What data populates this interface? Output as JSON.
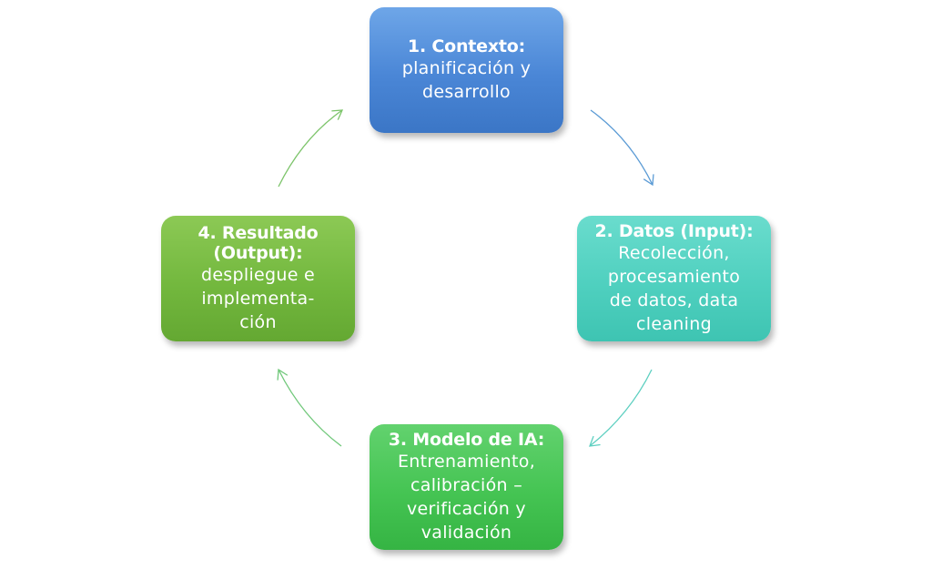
{
  "steps": [
    {
      "title": "1. Contexto:",
      "desc_lines": [
        "planificación y",
        "desarrollo"
      ]
    },
    {
      "title": "2. Datos (Input):",
      "desc_lines": [
        "Recolección,",
        "procesamiento",
        "de datos, data",
        "cleaning"
      ]
    },
    {
      "title": "3. Modelo de IA:",
      "desc_lines": [
        "Entrenamiento,",
        "calibración –",
        "verificación y",
        "validación"
      ]
    },
    {
      "title_lines": [
        "4. Resultado",
        "(Output):"
      ],
      "desc_lines": [
        "despliegue e",
        "implementa-",
        "ción"
      ]
    }
  ],
  "colors": {
    "step1": "#4a86d6",
    "step2": "#4fd0bf",
    "step3": "#45c453",
    "step4": "#73b83e",
    "arrow1": "#5b9bd5",
    "arrow2": "#5ccfc0",
    "arrow3": "#70c87a",
    "arrow4": "#7cc46a"
  }
}
